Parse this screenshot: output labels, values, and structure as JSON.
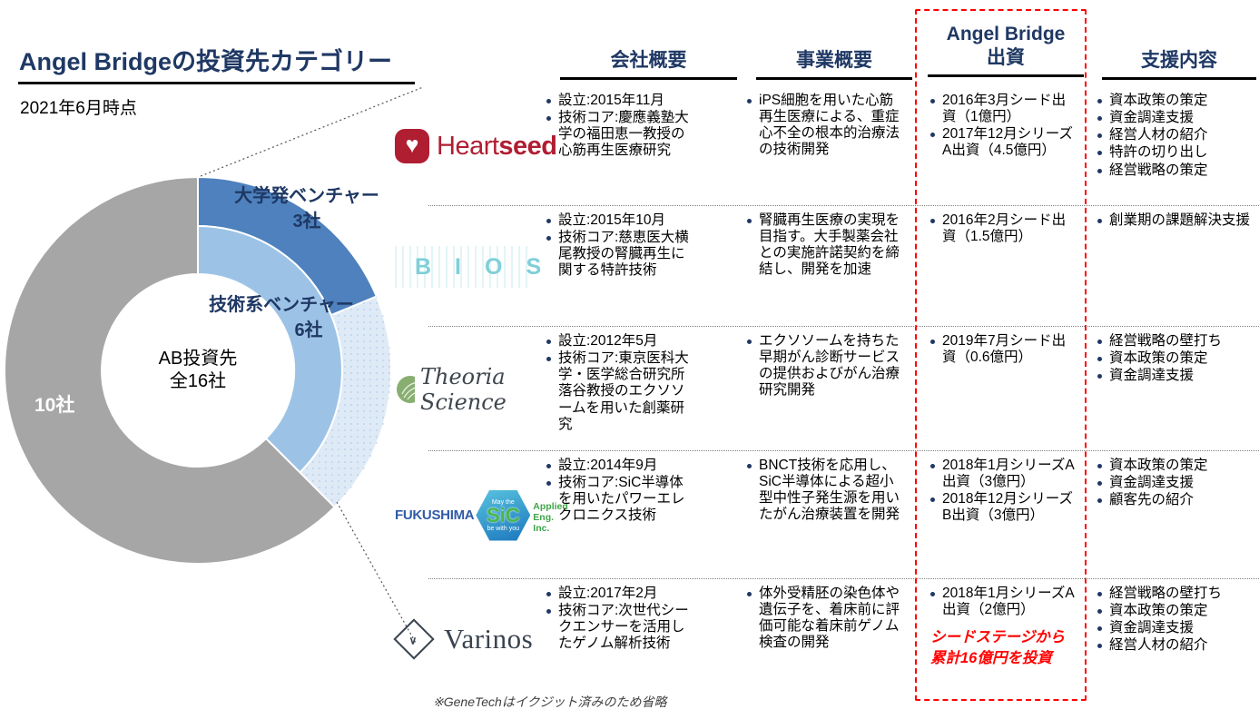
{
  "slide": {
    "title": "Angel Bridgeの投資先カテゴリー",
    "as_of": "2021年6月時点",
    "footnote": "※GeneTechはイクジット済みのため省略"
  },
  "chart_data": {
    "type": "pie",
    "title": "Angel Bridgeの投資先カテゴリー",
    "subtitle": "2021年6月時点",
    "total_companies": 16,
    "segments": [
      {
        "label": "大学発ベンチャー",
        "companies": 3,
        "ring": "outer",
        "color": "#4E81BD"
      },
      {
        "label": "",
        "companies": 3,
        "ring": "outer",
        "color": "#DEEAF6",
        "dotted": true
      },
      {
        "label": "技術系ベンチャー",
        "companies": 6,
        "ring": "inner",
        "color": "#9CC3E6"
      },
      {
        "label": "10社",
        "companies": 10,
        "ring": "full",
        "color": "#A6A6A6"
      }
    ],
    "labels": {
      "univ": [
        "大学発ベンチャー",
        "3社"
      ],
      "tech": [
        "技術系ベンチャー",
        "6社"
      ],
      "center": [
        "AB投資先",
        "全16社"
      ],
      "gray": "10社"
    }
  },
  "table": {
    "headers": {
      "company": "会社概要",
      "business": "事業概要",
      "investment_line1": "Angel Bridge",
      "investment_line2": "出資",
      "support": "支援内容"
    },
    "rows": [
      {
        "logo": "Heartseed",
        "company": [
          "設立:2015年11月",
          "技術コア:慶應義塾大学の福田恵一教授の心筋再生医療研究"
        ],
        "business": [
          "iPS細胞を用いた心筋再生医療による、重症心不全の根本的治療法の技術開発"
        ],
        "investment": [
          "2016年3月シード出資（1億円）",
          "2017年12月シリーズA出資（4.5億円）"
        ],
        "support": [
          "資本政策の策定",
          "資金調達支援",
          "経営人材の紹介",
          "特許の切り出し",
          "経営戦略の策定"
        ]
      },
      {
        "logo": "BIOS",
        "company": [
          "設立:2015年10月",
          "技術コア:慈恵医大横尾教授の腎臓再生に関する特許技術"
        ],
        "business": [
          "腎臓再生医療の実現を目指す。大手製薬会社との実施許諾契約を締結し、開発を加速"
        ],
        "investment": [
          "2016年2月シード出資（1.5億円）"
        ],
        "support": [
          "創業期の課題解決支援"
        ]
      },
      {
        "logo": "Theoria Science",
        "company": [
          "設立:2012年5月",
          "技術コア:東京医科大学・医学総合研究所落谷教授のエクソソームを用いた創薬研究"
        ],
        "business": [
          "エクソソームを持ちた早期がん診断サービスの提供およびがん治療研究開発"
        ],
        "investment": [
          "2019年7月シード出資（0.6億円）"
        ],
        "support": [
          "経営戦略の壁打ち",
          "資本政策の策定",
          "資金調達支援"
        ]
      },
      {
        "logo": "FUKUSHIMA SiC",
        "company": [
          "設立:2014年9月",
          "技術コア:SiC半導体を用いたパワーエレクロニクス技術"
        ],
        "business": [
          "BNCT技術を応用し、SiC半導体による超小型中性子発生源を用いたがん治療装置を開発"
        ],
        "investment": [
          "2018年1月シリーズA出資（3億円）",
          "2018年12月シリーズB出資（3億円）"
        ],
        "support": [
          "資本政策の策定",
          "資金調達支援",
          "顧客先の紹介"
        ]
      },
      {
        "logo": "Varinos",
        "company": [
          "設立:2017年2月",
          "技術コア:次世代シークエンサーを活用したゲノム解析技術"
        ],
        "business": [
          "体外受精胚の染色体や遺伝子を、着床前に評価可能な着床前ゲノム検査の開発"
        ],
        "investment": [
          "2018年1月シリーズA出資（2億円）"
        ],
        "support": [
          "経営戦略の壁打ち",
          "資本政策の策定",
          "資金調達支援",
          "経営人材の紹介"
        ]
      }
    ],
    "investment_note": "シードステージから累計16億円を投資"
  },
  "logos": {
    "heartseed": {
      "part1": "Heart",
      "part2": "seed",
      "color": "#B01E32",
      "icon": "heart-icon"
    },
    "bios": {
      "text": "BIOS",
      "color": "#7FCFD8"
    },
    "theoria": {
      "text": "Theoria Science",
      "icon": "green-leaf-circle-icon"
    },
    "fukushima": {
      "name": "FUKUSHIMA",
      "product": "SiC",
      "tagline_top": "May the",
      "tagline_bottom": "be with you",
      "subtitle": "Applied Eng. Inc."
    },
    "varinos": {
      "text": "Varinos",
      "icon": "diamond-check-icon"
    }
  },
  "colors": {
    "heading_navy": "#1F3864",
    "highlight_red": "#FF0000",
    "donut_gray": "#A6A6A6",
    "donut_dark_blue": "#4E81BD",
    "donut_mid_blue": "#9CC3E6",
    "donut_light_blue": "#DEEAF6"
  }
}
